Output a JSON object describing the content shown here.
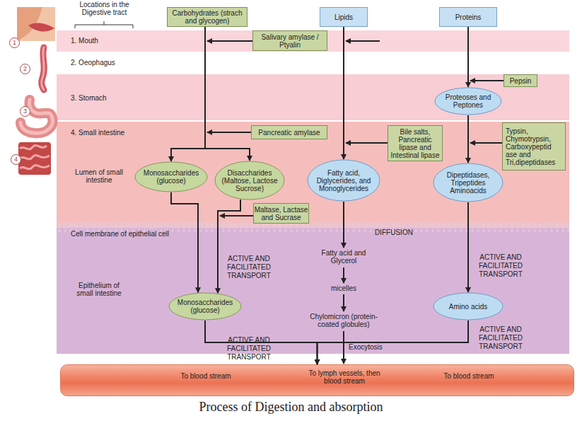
{
  "diagram": {
    "caption": "Process of Digestion and absorption",
    "nodes": [
      {
        "text": [
          "Carbohydrates (strach and glycogen)"
        ]
      },
      {
        "text": [
          "Lipids"
        ]
      },
      {
        "text": [
          "Proteins"
        ]
      },
      {
        "text": [
          "1. Mouth"
        ]
      },
      {
        "text": [
          "Salivary amylase / Ptyalin"
        ],
        "in": 3
      },
      {
        "text": [
          "3. Stomach"
        ]
      },
      {
        "text": [
          "Pepsin"
        ],
        "in": 5
      },
      {
        "text": [
          "Proteoses and Peptones"
        ],
        "in": 5
      },
      {
        "text": [
          "4. Small intestine",
          "Lumen of small intestine"
        ]
      },
      {
        "text": [
          "Pancreatic amylase"
        ],
        "in": 8
      },
      {
        "text": [
          "Bile salts, Pancreatic lipase and Intestinal lipase"
        ],
        "in": 8
      },
      {
        "text": [
          "Typsin, Chymotrypsin, Carboxypeptid ase and Tri,dipeptidases"
        ],
        "in": 8
      },
      {
        "text": [
          "Monosaccharides (glucose)"
        ],
        "in": 8
      },
      {
        "text": [
          "Disaccharides (Maltose, Lactose Sucrose)"
        ],
        "in": 8
      },
      {
        "text": [
          "Fatty acid, Diglycerides, and Monoglycerides"
        ],
        "in": 8
      },
      {
        "text": [
          "Dipeptidases, Tripeptides Aminoacids"
        ],
        "in": 8
      },
      {
        "text": [
          "Maltase, Lactase and Sucrase"
        ],
        "in": 8
      },
      {
        "text": [
          "Cell membrane of epithelial cell",
          "Epithelium of small intestine"
        ]
      },
      {
        "text": [
          "Monosaccharides (glucose)"
        ],
        "in": 17
      },
      {
        "text": [
          "Amino acids"
        ],
        "in": 17
      },
      {
        "text": [
          "To blood stream",
          "To lymph vessels, then blood stream",
          "To blood stream"
        ]
      }
    ],
    "edges": [
      {
        "from": 0,
        "to": 12,
        "arrow": "to"
      },
      {
        "from": 0,
        "to": 13,
        "arrow": "to"
      },
      {
        "from": 1,
        "to": 14,
        "arrow": "to"
      },
      {
        "from": 2,
        "to": 7,
        "arrow": "to"
      },
      {
        "from": 7,
        "to": 15,
        "arrow": "to"
      },
      {
        "from": 12,
        "to": 18,
        "arrow": "to"
      },
      {
        "from": 13,
        "to": 18,
        "arrow": "to",
        "label": "ACTIVE AND FACILITATED TRANSPORT"
      },
      {
        "from": 15,
        "to": 19,
        "arrow": "to",
        "label": "ACTIVE AND FACILITATED TRANSPORT"
      },
      {
        "from": 18,
        "to": 20,
        "arrow": "to",
        "label": "ACTIVE AND FACILITATED TRANSPORT"
      },
      {
        "from": 19,
        "to": 20,
        "arrow": "to",
        "label": "ACTIVE AND FACILITATED TRANSPORT"
      }
    ],
    "labels": [
      "Locations in the Digestive tract",
      "1",
      "2",
      "3",
      "4",
      "2. Oeophagus",
      "DIFFUSION",
      "Fatty acid and Glycerol",
      "micelles",
      "Chylomicron (protein- coated globules)",
      "Exocytosis"
    ]
  }
}
